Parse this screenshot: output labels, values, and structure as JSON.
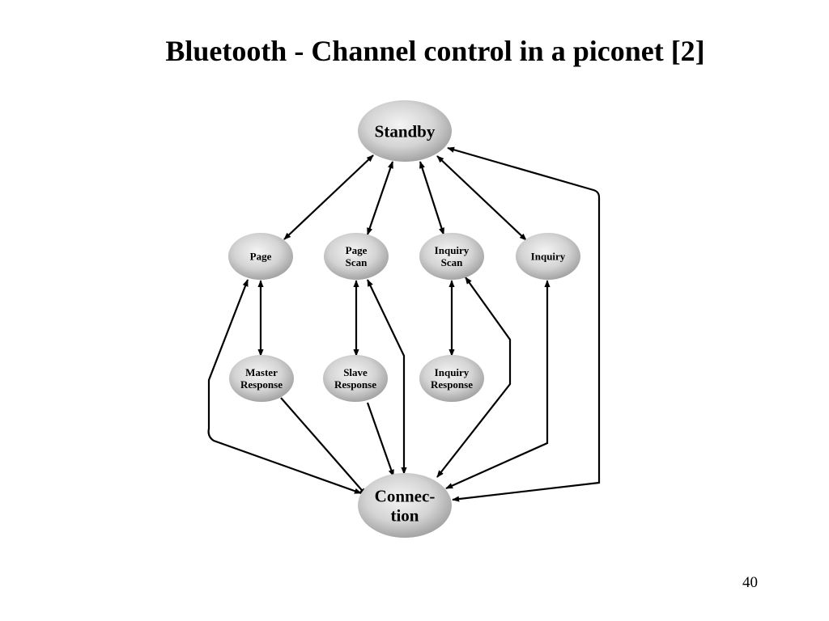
{
  "slide": {
    "title": "Bluetooth - Channel control in a piconet [2]",
    "page_number": "40"
  },
  "diagram": {
    "nodes": [
      {
        "id": "standby",
        "lines": [
          "Standby"
        ]
      },
      {
        "id": "page",
        "lines": [
          "Page"
        ]
      },
      {
        "id": "page-scan",
        "lines": [
          "Page",
          "Scan"
        ]
      },
      {
        "id": "inquiry-scan",
        "lines": [
          "Inquiry",
          "Scan"
        ]
      },
      {
        "id": "inquiry",
        "lines": [
          "Inquiry"
        ]
      },
      {
        "id": "master-response",
        "lines": [
          "Master",
          "Response"
        ]
      },
      {
        "id": "slave-response",
        "lines": [
          "Slave",
          "Response"
        ]
      },
      {
        "id": "inquiry-response",
        "lines": [
          "Inquiry",
          "Response"
        ]
      },
      {
        "id": "connection",
        "lines": [
          "Connec-",
          "tion"
        ]
      }
    ],
    "edges": [
      {
        "from": "standby",
        "to": "page",
        "direction": "both"
      },
      {
        "from": "standby",
        "to": "page-scan",
        "direction": "both"
      },
      {
        "from": "standby",
        "to": "inquiry-scan",
        "direction": "both"
      },
      {
        "from": "standby",
        "to": "inquiry",
        "direction": "both"
      },
      {
        "from": "page",
        "to": "master-response",
        "direction": "both"
      },
      {
        "from": "page-scan",
        "to": "slave-response",
        "direction": "both"
      },
      {
        "from": "inquiry-scan",
        "to": "inquiry-response",
        "direction": "both"
      },
      {
        "from": "master-response",
        "to": "connection",
        "direction": "forward"
      },
      {
        "from": "slave-response",
        "to": "connection",
        "direction": "forward"
      },
      {
        "from": "connection",
        "to": "page",
        "direction": "both"
      },
      {
        "from": "connection",
        "to": "page-scan",
        "direction": "both"
      },
      {
        "from": "connection",
        "to": "inquiry-scan",
        "direction": "both"
      },
      {
        "from": "connection",
        "to": "inquiry",
        "direction": "both"
      },
      {
        "from": "connection",
        "to": "standby",
        "direction": "both"
      }
    ]
  }
}
